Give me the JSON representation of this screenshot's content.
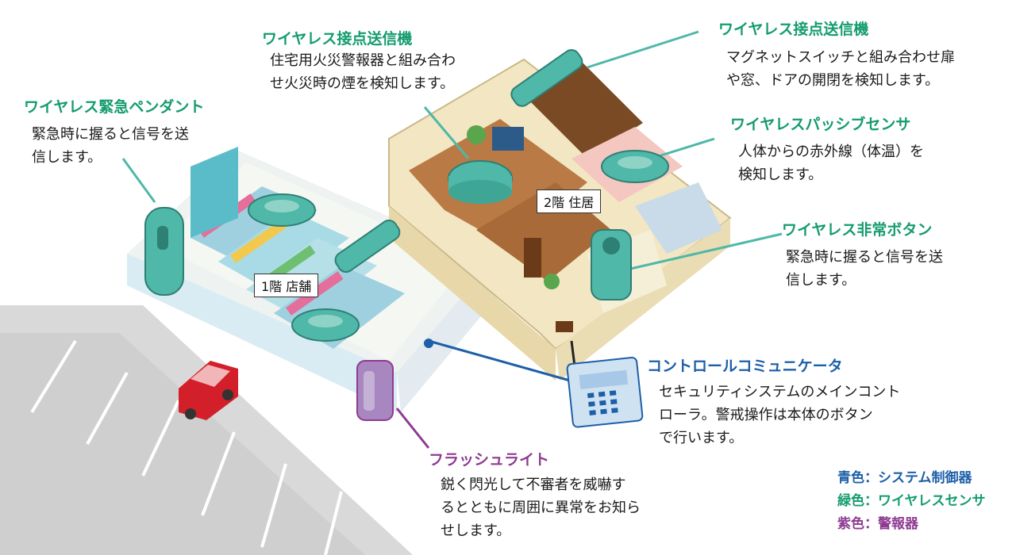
{
  "callouts": {
    "contact_upper": {
      "title": "ワイヤレス接点送信機",
      "lines": [
        "住宅用火災警報器と組み合わ",
        "せ火災時の煙を検知します。"
      ]
    },
    "contact_right": {
      "title": "ワイヤレス接点送信機",
      "lines": [
        "マグネットスイッチと組み合わせ扉",
        "や窓、ドアの開閉を検知します。"
      ]
    },
    "pendant": {
      "title": "ワイヤレス緊急ペンダント",
      "lines": [
        "緊急時に握ると信号を送",
        "信します。"
      ]
    },
    "passive": {
      "title": "ワイヤレスパッシブセンサ",
      "lines": [
        "人体からの赤外線（体温）を",
        "検知します。"
      ]
    },
    "emergency_button": {
      "title": "ワイヤレス非常ボタン",
      "lines": [
        "緊急時に握ると信号を送",
        "信します。"
      ]
    },
    "controller": {
      "title": "コントロールコミュニケータ",
      "lines": [
        "セキュリティシステムのメインコント",
        "ローラ。警戒操作は本体のボタン",
        "で行います。"
      ]
    },
    "flash": {
      "title": "フラッシュライト",
      "lines": [
        "鋭く閃光して不審者を威嚇す",
        "るとともに周囲に異常をお知ら",
        "せします。"
      ]
    }
  },
  "floors": {
    "floor2": "2階 住居",
    "floor1": "1階 店舗"
  },
  "legend": {
    "blue": "青色：システム制御器",
    "green": "緑色：ワイヤレスセンサ",
    "purple": "紫色：警報器"
  },
  "colors": {
    "sensor_teal": "#4fb8a8",
    "system_blue": "#1d5fa8",
    "alarm_purple": "#8e3b92",
    "sensor_green": "#149c6e",
    "wall_cream": "#f3e6c2",
    "floor_wood": "#b97a45",
    "parking_gray": "#d8d8d8"
  }
}
